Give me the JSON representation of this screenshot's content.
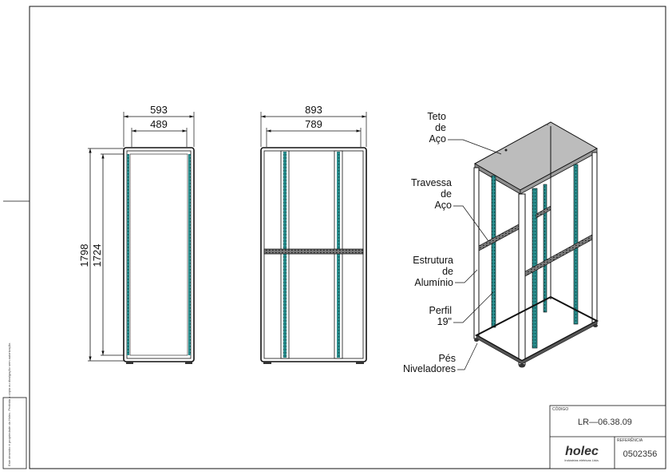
{
  "side_view": {
    "outer_width": "593",
    "inner_width": "489",
    "outer_height": "1798",
    "inner_height": "1724"
  },
  "front_view": {
    "outer_width": "893",
    "inner_width": "789"
  },
  "callouts": {
    "teto": [
      "Teto",
      "de",
      "Aço"
    ],
    "travessa": [
      "Travessa",
      "de",
      "Aço"
    ],
    "estrutura": [
      "Estrutura",
      "de",
      "Alumínio"
    ],
    "perfil": [
      "Perfil",
      "19\""
    ],
    "pes": [
      "Pés",
      "Niveladores"
    ]
  },
  "title_block": {
    "codigo_label": "CÓDIGO",
    "codigo": "LR—06.38.09",
    "referencia_label": "REFERÊNCIA",
    "referencia": "0502356",
    "brand": "holec",
    "brand_sub": "Indústrias elétricas Ltda."
  },
  "copyright_note": "Este desenho é propriedade da Holec. Proibida a cópia ou divulgação sem autorização.",
  "colors": {
    "line": "#111111",
    "rail": "#2a8f8f",
    "top_fill": "#bcbcbc",
    "frame_dark": "#333333"
  }
}
